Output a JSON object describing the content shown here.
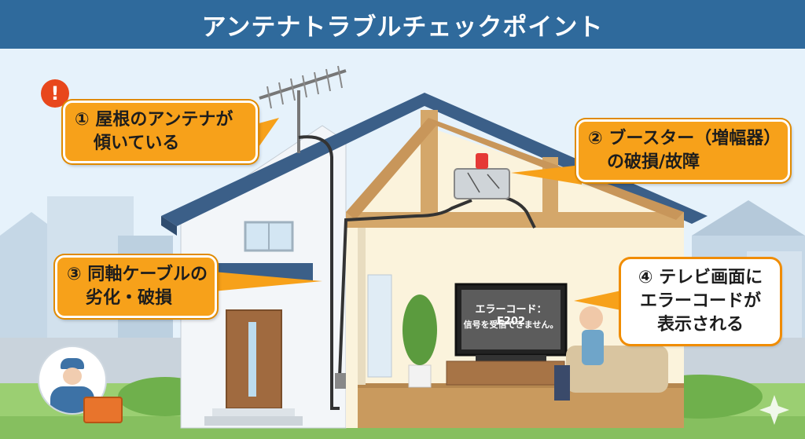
{
  "title": "アンテナトラブルチェックポイント",
  "points": [
    {
      "number": "①",
      "line1": "屋根のアンテナが",
      "line2": "傾いている"
    },
    {
      "number": "②",
      "line1": "ブースター（増幅器）",
      "line2": "の破損/故障"
    },
    {
      "number": "③",
      "line1": "同軸ケーブルの",
      "line2": "劣化・破損"
    },
    {
      "number": "④",
      "line1": "テレビ画面に",
      "line2": "エラーコードが",
      "line3": "表示される"
    }
  ],
  "tv": {
    "error_code": "エラーコード：E202",
    "message": "信号を受信できません。"
  },
  "icons": {
    "warning": "exclamation-icon",
    "worker": "technician-avatar-icon",
    "toolbox": "toolbox-icon",
    "sparkle": "sparkle-icon"
  },
  "colors": {
    "title_bar": "#2f6a9c",
    "callout": "#f7a11a",
    "callout_border": "#e08a00",
    "sky": "#eaf4fb"
  }
}
